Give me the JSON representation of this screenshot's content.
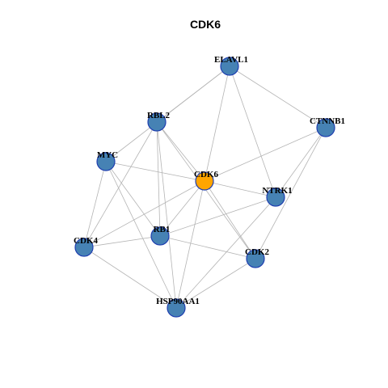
{
  "title": "CDK6",
  "colors": {
    "default_node": "#4682b4",
    "focus_node": "#ffa500",
    "node_border": "#1f3fb0",
    "edge": "#b4b4b4",
    "background": "#ffffff"
  },
  "focus_node": "CDK6",
  "nodes": [
    {
      "id": "ELAVL1"
    },
    {
      "id": "RBL2"
    },
    {
      "id": "CTNNB1"
    },
    {
      "id": "MYC"
    },
    {
      "id": "CDK6"
    },
    {
      "id": "NTRK1"
    },
    {
      "id": "CDK4"
    },
    {
      "id": "RB1"
    },
    {
      "id": "CDK2"
    },
    {
      "id": "HSP90AA1"
    }
  ],
  "edges": [
    [
      "ELAVL1",
      "RBL2"
    ],
    [
      "ELAVL1",
      "CTNNB1"
    ],
    [
      "ELAVL1",
      "CDK6"
    ],
    [
      "ELAVL1",
      "NTRK1"
    ],
    [
      "ELAVL1",
      "MYC"
    ],
    [
      "RBL2",
      "CDK6"
    ],
    [
      "RBL2",
      "CDK4"
    ],
    [
      "RBL2",
      "RB1"
    ],
    [
      "RBL2",
      "HSP90AA1"
    ],
    [
      "RBL2",
      "CDK2"
    ],
    [
      "CTNNB1",
      "CDK6"
    ],
    [
      "CTNNB1",
      "CDK2"
    ],
    [
      "CTNNB1",
      "NTRK1"
    ],
    [
      "MYC",
      "CDK6"
    ],
    [
      "MYC",
      "CDK4"
    ],
    [
      "MYC",
      "RB1"
    ],
    [
      "MYC",
      "HSP90AA1"
    ],
    [
      "CDK6",
      "NTRK1"
    ],
    [
      "CDK6",
      "CDK4"
    ],
    [
      "CDK6",
      "RB1"
    ],
    [
      "CDK6",
      "CDK2"
    ],
    [
      "CDK6",
      "HSP90AA1"
    ],
    [
      "NTRK1",
      "RB1"
    ],
    [
      "NTRK1",
      "HSP90AA1"
    ],
    [
      "CDK4",
      "RB1"
    ],
    [
      "CDK4",
      "HSP90AA1"
    ],
    [
      "RB1",
      "CDK2"
    ],
    [
      "CDK2",
      "HSP90AA1"
    ]
  ]
}
